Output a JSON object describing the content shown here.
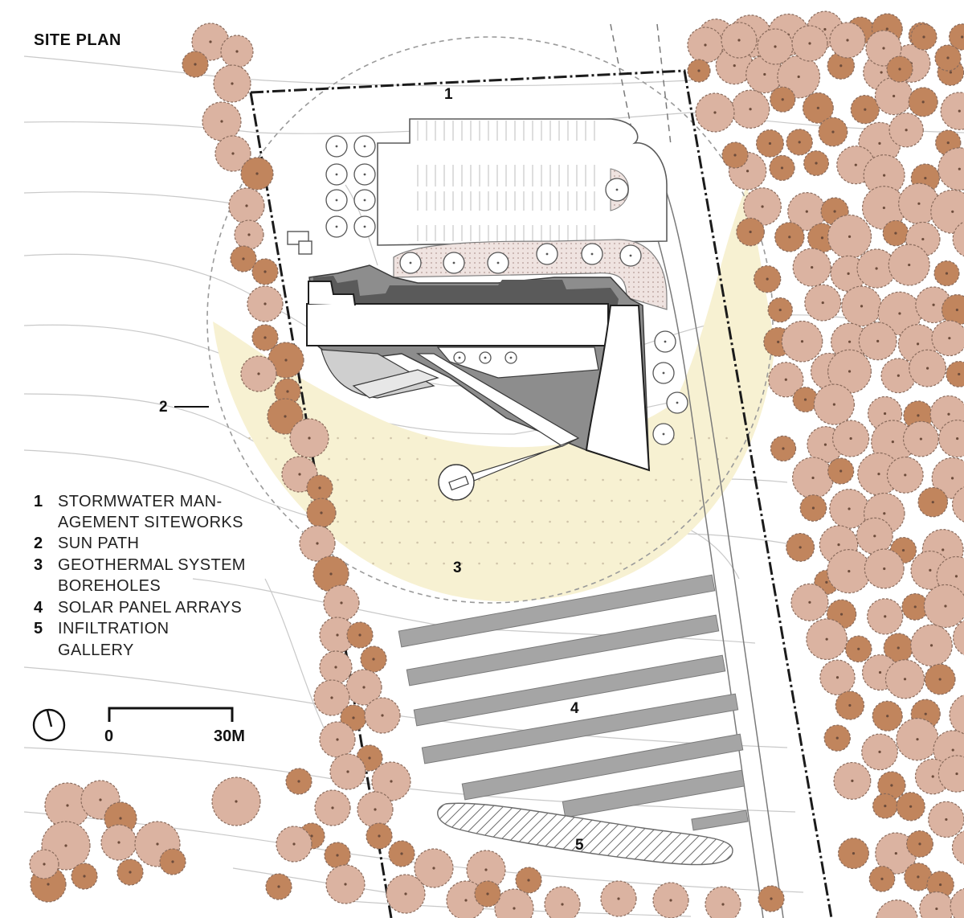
{
  "title": "SITE PLAN",
  "callouts": {
    "c1": "1",
    "c2": "2",
    "c3": "3",
    "c4": "4",
    "c5": "5"
  },
  "legend": [
    {
      "num": "1",
      "lines": [
        "STORMWATER MAN-",
        "AGEMENT SITEWORKS"
      ]
    },
    {
      "num": "2",
      "lines": [
        "SUN PATH"
      ]
    },
    {
      "num": "3",
      "lines": [
        "GEOTHERMAL SYSTEM",
        "BOREHOLES"
      ]
    },
    {
      "num": "4",
      "lines": [
        "SOLAR PANEL ARRAYS"
      ]
    },
    {
      "num": "5",
      "lines": [
        "INFILTRATION",
        "GALLERY"
      ]
    }
  ],
  "scale_bar": {
    "start_label": "0",
    "end_label": "30M"
  },
  "icons": [
    "north-arrow-icon"
  ],
  "colors": {
    "tree_light": "#dbb3a1",
    "tree_dark": "#c1855d",
    "sun_path": "#f7f1d2",
    "solar_panel": "#a5a5a5",
    "building_shadow": "#5a5a5a"
  }
}
